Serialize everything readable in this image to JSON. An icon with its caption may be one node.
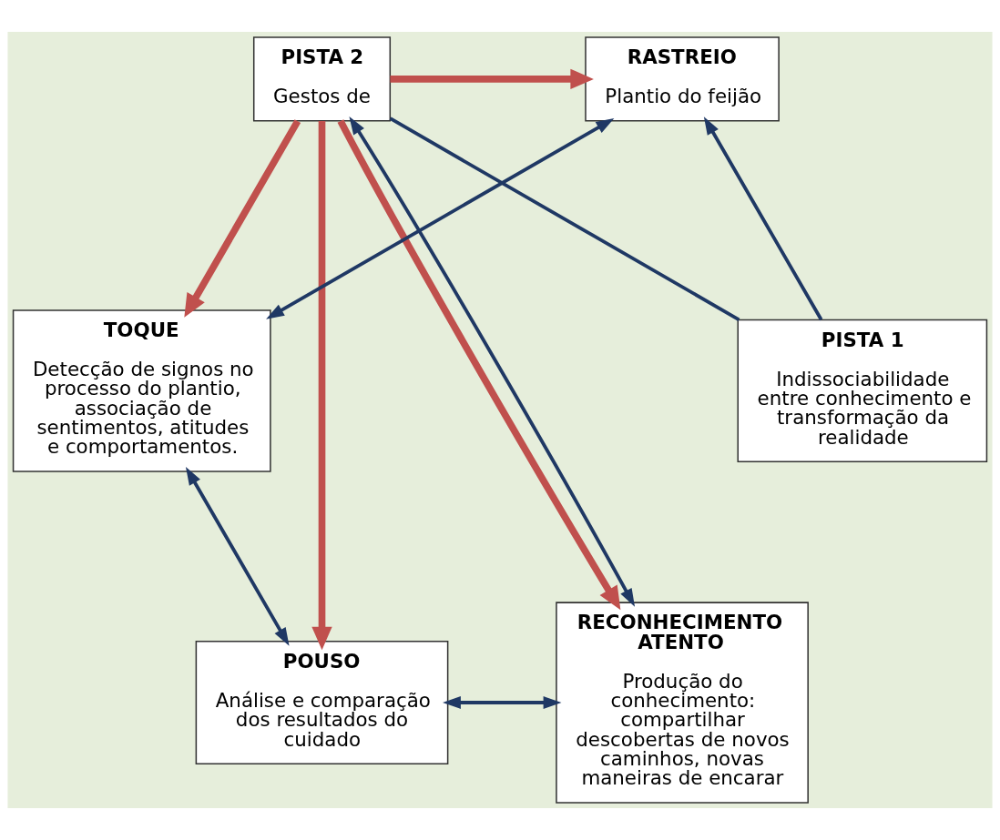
{
  "diagram": {
    "nodes": [
      {
        "text": [
          "PISTA 1",
          "Indissociabilidade entre conhecimento e transformação da realidade"
        ]
      },
      {
        "text": [
          "PISTA 2",
          "Gestos de"
        ]
      },
      {
        "text": [
          "RASTREIO",
          "Plantio do feijão"
        ]
      },
      {
        "text": [
          "TOQUE",
          "Detecção de signos no processo do plantio, associação de sentimentos, atitudes e comportamentos."
        ]
      },
      {
        "text": [
          "POUSO",
          "Análise e comparação dos resultados do cuidado"
        ]
      },
      {
        "text": [
          "RECONHECIMENTO ATENTO",
          "Produção do conhecimento: compartilhar descobertas de novos caminhos, novas maneiras de encarar"
        ]
      }
    ],
    "edges": [
      {
        "from": 0,
        "to": 1,
        "arrow": "none"
      },
      {
        "from": 1,
        "to": 5,
        "arrow": "both"
      },
      {
        "from": 5,
        "to": 4,
        "arrow": "both"
      },
      {
        "from": 4,
        "to": 3,
        "arrow": "both"
      },
      {
        "from": 3,
        "to": 2,
        "arrow": "both"
      },
      {
        "from": 0,
        "to": 2,
        "arrow": "to"
      },
      {
        "from": 1,
        "to": 2,
        "arrow": "to",
        "style": "thick",
        "color": "#c0504d"
      },
      {
        "from": 1,
        "to": 3,
        "arrow": "to",
        "style": "thick",
        "color": "#c0504d"
      },
      {
        "from": 1,
        "to": 4,
        "arrow": "to",
        "style": "thick",
        "color": "#c0504d"
      },
      {
        "from": 1,
        "to": 5,
        "arrow": "to",
        "style": "thick",
        "color": "#c0504d"
      }
    ]
  }
}
